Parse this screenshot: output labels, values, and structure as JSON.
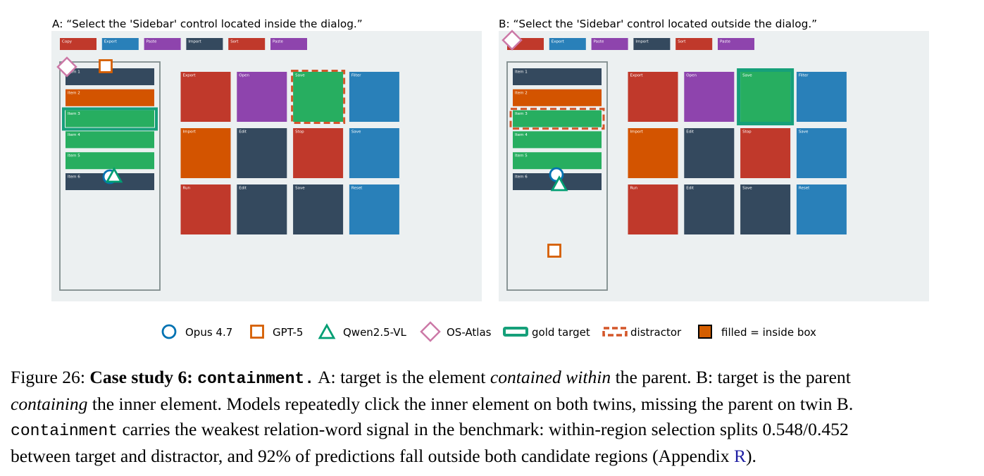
{
  "panels": [
    {
      "title": "A: “Select the 'Sidebar' control located inside the dialog.”",
      "toolbar": [
        "Copy",
        "Export",
        "Paste",
        "Import",
        "Sort",
        "Paste"
      ],
      "toolbar_colors": [
        "red",
        "blue",
        "purple",
        "navy",
        "red",
        "purple"
      ],
      "sidebar_items": [
        "Item 1",
        "Item 2",
        "Item 3",
        "Item 4",
        "Item 5",
        "Item 6"
      ],
      "sidebar_colors": [
        "navy",
        "orange",
        "green",
        "green",
        "green",
        "navy"
      ],
      "tiles": [
        [
          "Export",
          "Open",
          "Save",
          "Filter"
        ],
        [
          "Import",
          "Edit",
          "Stop",
          "Save"
        ],
        [
          "Run",
          "Edit",
          "Save",
          "Reset"
        ]
      ],
      "tile_colors": [
        [
          "red",
          "purple",
          "green",
          "blue"
        ],
        [
          "orange",
          "navy",
          "red",
          "blue"
        ],
        [
          "red",
          "navy",
          "navy",
          "blue"
        ]
      ]
    },
    {
      "title": "B: “Select the 'Sidebar' control located outside the dialog.”",
      "toolbar": [
        "",
        "Export",
        "Paste",
        "Import",
        "Sort",
        "Paste"
      ],
      "toolbar_colors": [
        "red",
        "blue",
        "purple",
        "navy",
        "red",
        "purple"
      ],
      "sidebar_items": [
        "Item 1",
        "Item 2",
        "Item 3",
        "Item 4",
        "Item 5",
        "Item 6"
      ],
      "sidebar_colors": [
        "navy",
        "orange",
        "green",
        "green",
        "green",
        "navy"
      ],
      "tiles": [
        [
          "Export",
          "Open",
          "Save",
          "Filter"
        ],
        [
          "Import",
          "Edit",
          "Stop",
          "Save"
        ],
        [
          "Run",
          "Edit",
          "Save",
          "Reset"
        ]
      ],
      "tile_colors": [
        [
          "red",
          "purple",
          "green",
          "blue"
        ],
        [
          "orange",
          "navy",
          "red",
          "blue"
        ],
        [
          "red",
          "navy",
          "navy",
          "blue"
        ]
      ]
    }
  ],
  "legend": {
    "opus": "Opus 4.7",
    "gpt5": "GPT-5",
    "qwen": "Qwen2.5-VL",
    "osatlas": "OS-Atlas",
    "gold": "gold target",
    "distractor": "distractor",
    "filled": "filled = inside box"
  },
  "caption": {
    "label": "Figure 26:",
    "bold_title": "Case study 6:",
    "bold_mono": "containment.",
    "l1_a": "A: target is the element",
    "l1_em": "contained within",
    "l1_b": "the parent. B: target is the parent",
    "l2_em": "containing",
    "l2_b": "the inner element. Models repeatedly click the inner element on both twins, missing the parent on twin B.",
    "l3_mono": "containment",
    "l3_b": "carries the weakest relation-word signal in the benchmark: within-region selection splits 0.548/0.452",
    "l4_a": "between target and distractor, and 92% of predictions fall outside both candidate regions (Appendix",
    "l4_link": "R",
    "l4_b": ")."
  },
  "colors": {
    "panel_bg": "#ecf0f1",
    "sidebar_border": "#7f8c8d",
    "red": "#c0392b",
    "blue": "#2980b9",
    "purple": "#8e44ad",
    "navy": "#34495e",
    "orange": "#d35400",
    "green": "#27ae60",
    "gold_target": "#16a07a",
    "distractor": "#d4572a",
    "opus": "#0072b2",
    "gpt5": "#d55e00",
    "qwen": "#009e73",
    "osatlas": "#cc79a7",
    "link": "#1f1fa3"
  }
}
